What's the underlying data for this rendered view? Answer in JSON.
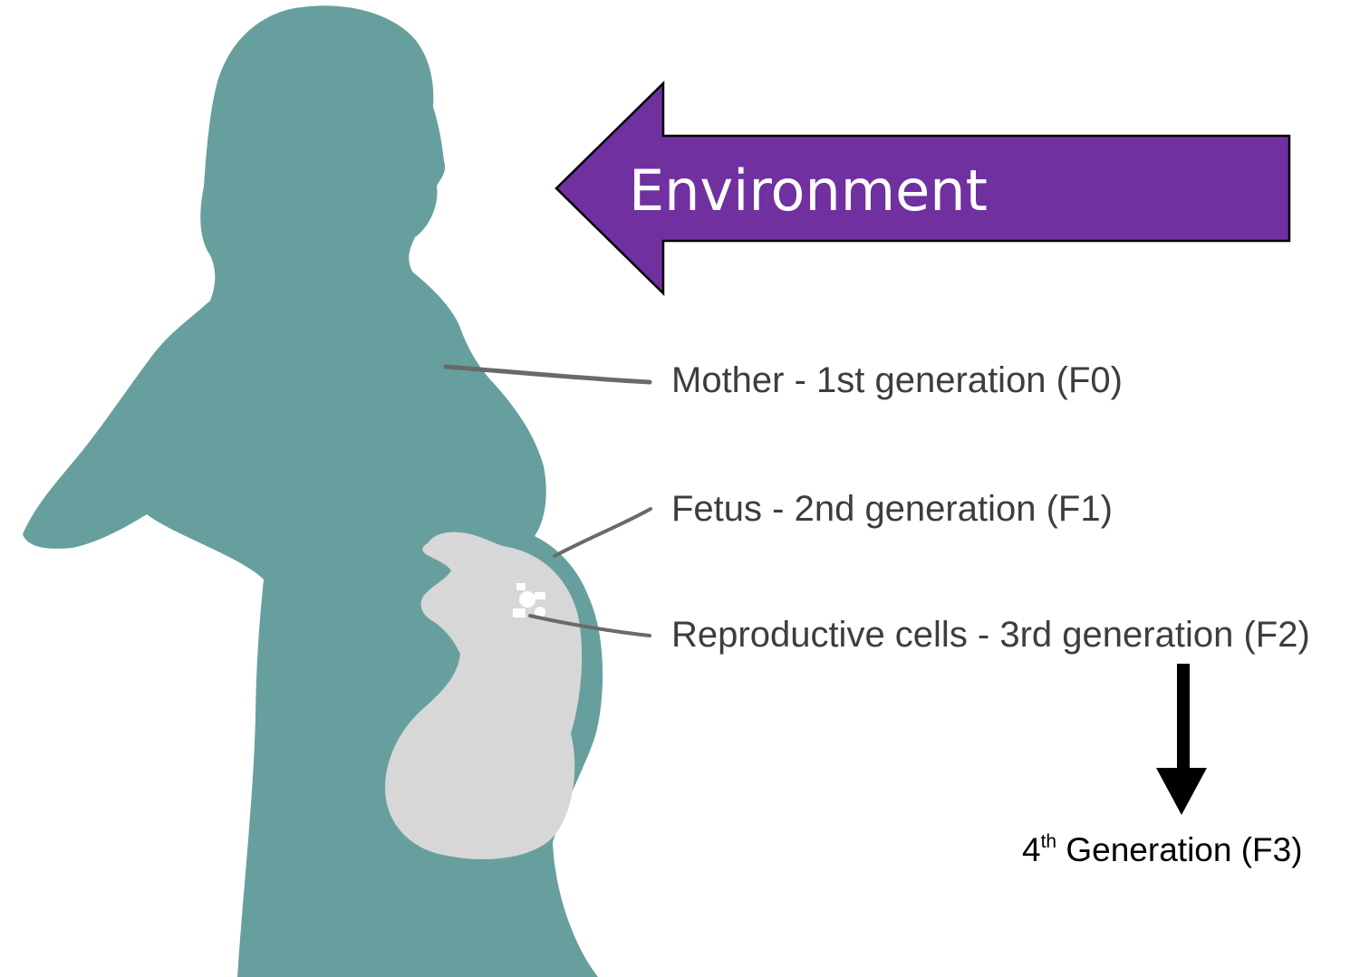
{
  "environment_label": "Environment",
  "generations": {
    "mother": "Mother - 1st generation (F0)",
    "fetus": "Fetus - 2nd generation (F1)",
    "reproductive": "Reproductive cells - 3rd generation (F2)",
    "fourth_number": "4",
    "fourth_superscript": "th",
    "fourth_rest": " Generation (F3)"
  },
  "colors": {
    "body": "#679f9e",
    "fetus": "#d7d7d7",
    "arrow": "#7030a0",
    "leader": "#6a6a6a"
  }
}
